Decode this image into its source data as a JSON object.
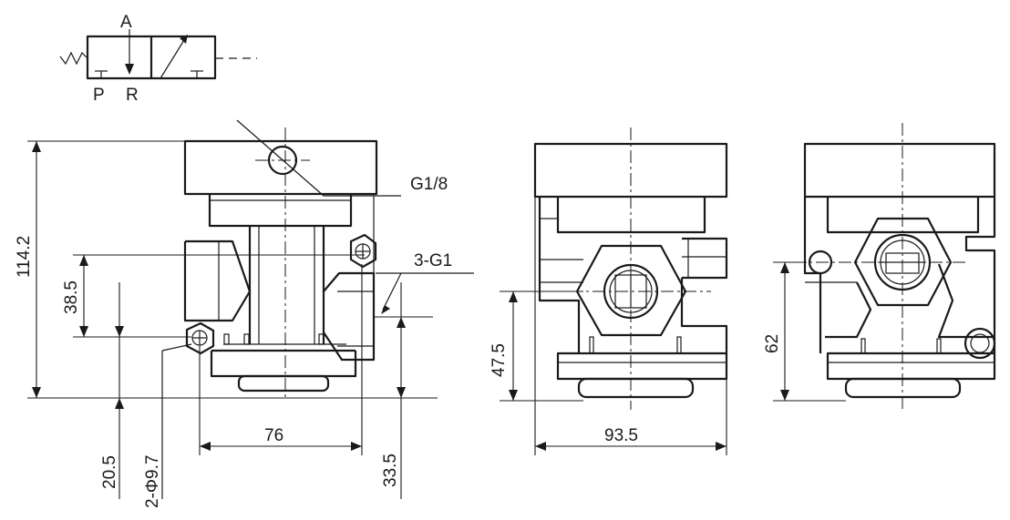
{
  "symbol": {
    "port_a": "A",
    "port_p": "P",
    "port_r": "R"
  },
  "labels": {
    "port_thread_top": "G1/8",
    "port_thread_side": "3-G1",
    "mount_holes": "2-Φ9.7"
  },
  "dimensions": {
    "overall_height": "114.2",
    "port_height": "38.5",
    "hole_offset_vertical": "20.5",
    "hole_spacing": "76",
    "port_offset": "33.5",
    "side_width": "93.5",
    "side_port_height": "47.5",
    "back_port_height": "62"
  }
}
